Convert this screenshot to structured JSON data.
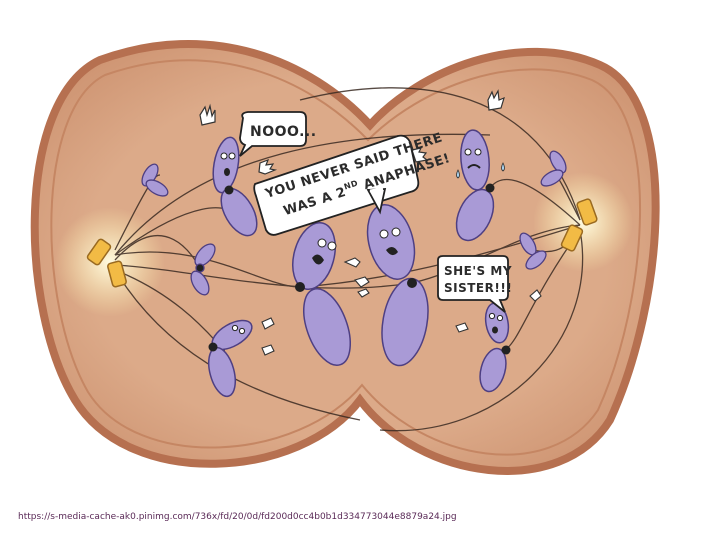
{
  "speech": {
    "nooo": "NOOO...",
    "never_line1": "YOU NEVER SAID THERE",
    "never_line2_a": "WAS A 2",
    "never_line2_sup": "ND",
    "never_line2_b": " ANAPHASE!",
    "sister_line1": "SHE'S MY",
    "sister_line2": "SISTER!!!"
  },
  "caption": "https://s-media-cache-ak0.pinimg.com/736x/fd/20/0d/fd200d0cc4b0b1d334773044e8879a24.jpg",
  "colors": {
    "cell_fill": "#d9a17e",
    "cell_outline": "#b8734f",
    "chromosome": "#a99ad6",
    "chromosome_dark": "#6d5aa5",
    "centrosome": "#f3c04a",
    "glow": "#fff6c0"
  }
}
